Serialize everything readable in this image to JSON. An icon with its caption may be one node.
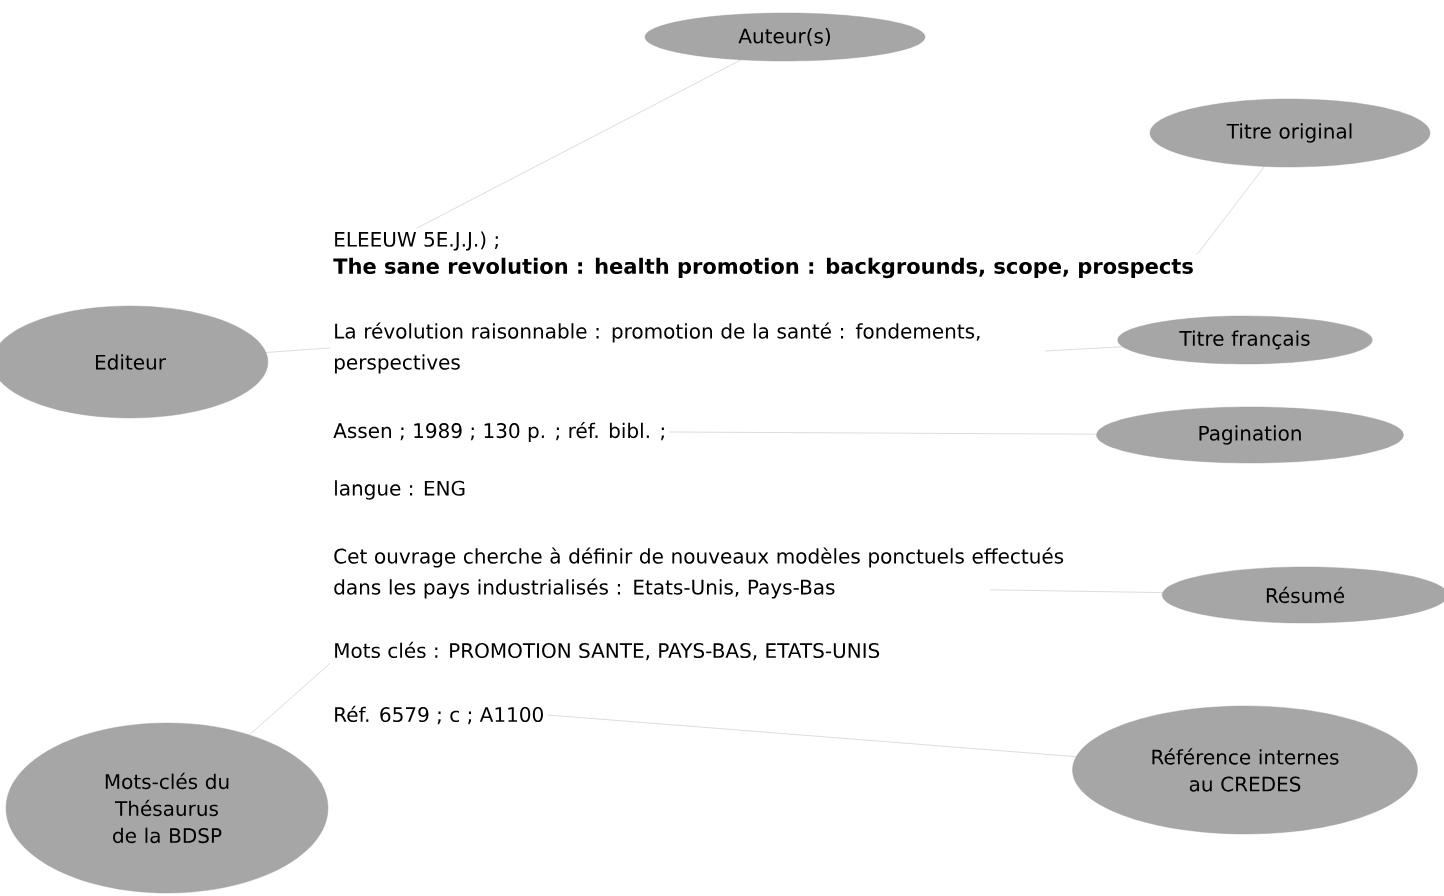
{
  "diagram": {
    "nodes": [
      {
        "text": [
          "Auteur(s)"
        ]
      },
      {
        "text": [
          "Titre original"
        ]
      },
      {
        "text": [
          "ELEEUW 5E.J.J.) ;"
        ]
      },
      {
        "text": [
          "The sane revolution : health promotion : backgrounds, scope, prospects"
        ]
      },
      {
        "text": [
          "Editeur"
        ]
      },
      {
        "text": [
          "La révolution raisonnable : promotion de la santé : fondements, perspectives"
        ]
      },
      {
        "text": [
          "Titre français"
        ]
      },
      {
        "text": [
          "Assen ; 1989 ; 130 p. ; réf. bibl. ;"
        ]
      },
      {
        "text": [
          "Pagination"
        ]
      },
      {
        "text": [
          "langue : ENG"
        ]
      },
      {
        "text": [
          "Cet ouvrage cherche à définir de nouveaux modèles ponctuels effectués dans les pays industrialisés : Etats-Unis, Pays-Bas"
        ]
      },
      {
        "text": [
          "Résumé"
        ]
      },
      {
        "text": [
          "Mots clés : PROMOTION SANTE, PAYS-BAS, ETATS-UNIS"
        ]
      },
      {
        "text": [
          "Réf. 6579 ; c ; A1100"
        ]
      },
      {
        "text": [
          "Mots-clés du Thésaurus de la BDSP"
        ]
      },
      {
        "text": [
          "Référence internes au CREDES"
        ]
      }
    ],
    "edges": [
      {
        "from": 0,
        "to": 2,
        "arrow": "none"
      },
      {
        "from": 1,
        "to": 3,
        "arrow": "none"
      },
      {
        "from": 4,
        "to": 5,
        "arrow": "none"
      },
      {
        "from": 6,
        "to": 5,
        "arrow": "none"
      },
      {
        "from": 8,
        "to": 7,
        "arrow": "none"
      },
      {
        "from": 11,
        "to": 10,
        "arrow": "none"
      },
      {
        "from": 14,
        "to": 12,
        "arrow": "none"
      },
      {
        "from": 15,
        "to": 13,
        "arrow": "none"
      }
    ]
  }
}
